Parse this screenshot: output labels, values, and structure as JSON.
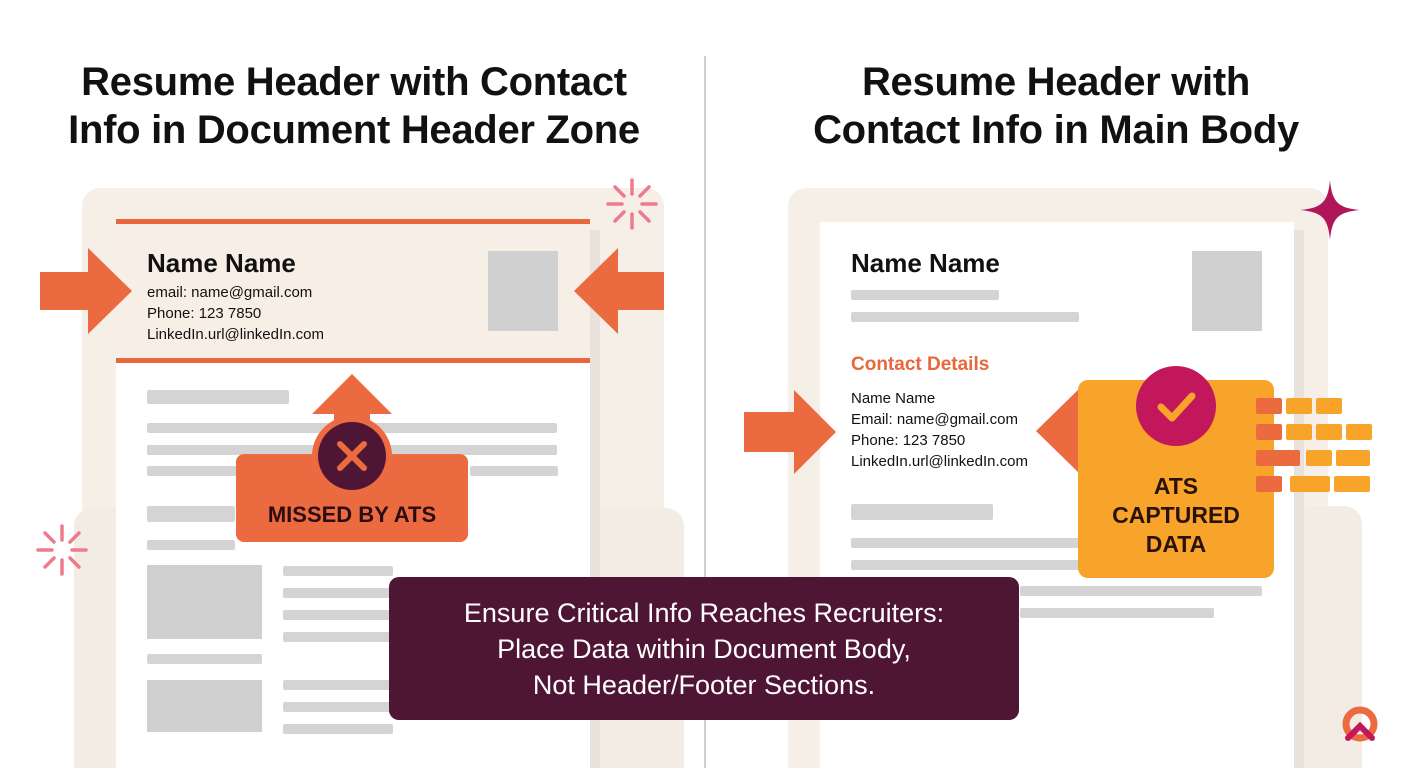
{
  "left_panel": {
    "title_line1": "Resume Header with Contact",
    "title_line2": "Info in Document Header Zone",
    "name": "Name Name",
    "email": "email: name@gmail.com",
    "phone": "Phone: 123 7850",
    "linkedin": "LinkedIn.url@linkedIn.com",
    "badge": "MISSED BY ATS"
  },
  "right_panel": {
    "title_line1": "Resume Header with",
    "title_line2": "Contact Info in Main Body",
    "name": "Name Name",
    "section_heading": "Contact Details",
    "contact_name": "Name Name",
    "email": "Email: name@gmail.com",
    "phone": "Phone: 123 7850",
    "linkedin": "LinkedIn.url@linkedIn.com",
    "badge_line1": "ATS",
    "badge_line2": "CAPTURED",
    "badge_line3": "DATA"
  },
  "callout": {
    "line1": "Ensure Critical Info Reaches Recruiters:",
    "line2": "Place Data within Document Body,",
    "line3": "Not Header/Footer Sections."
  },
  "colors": {
    "accent_orange": "#e8673d",
    "captured_amber": "#f8a32a",
    "callout_plum": "#4f1535",
    "circle_magenta": "#c2185b"
  }
}
